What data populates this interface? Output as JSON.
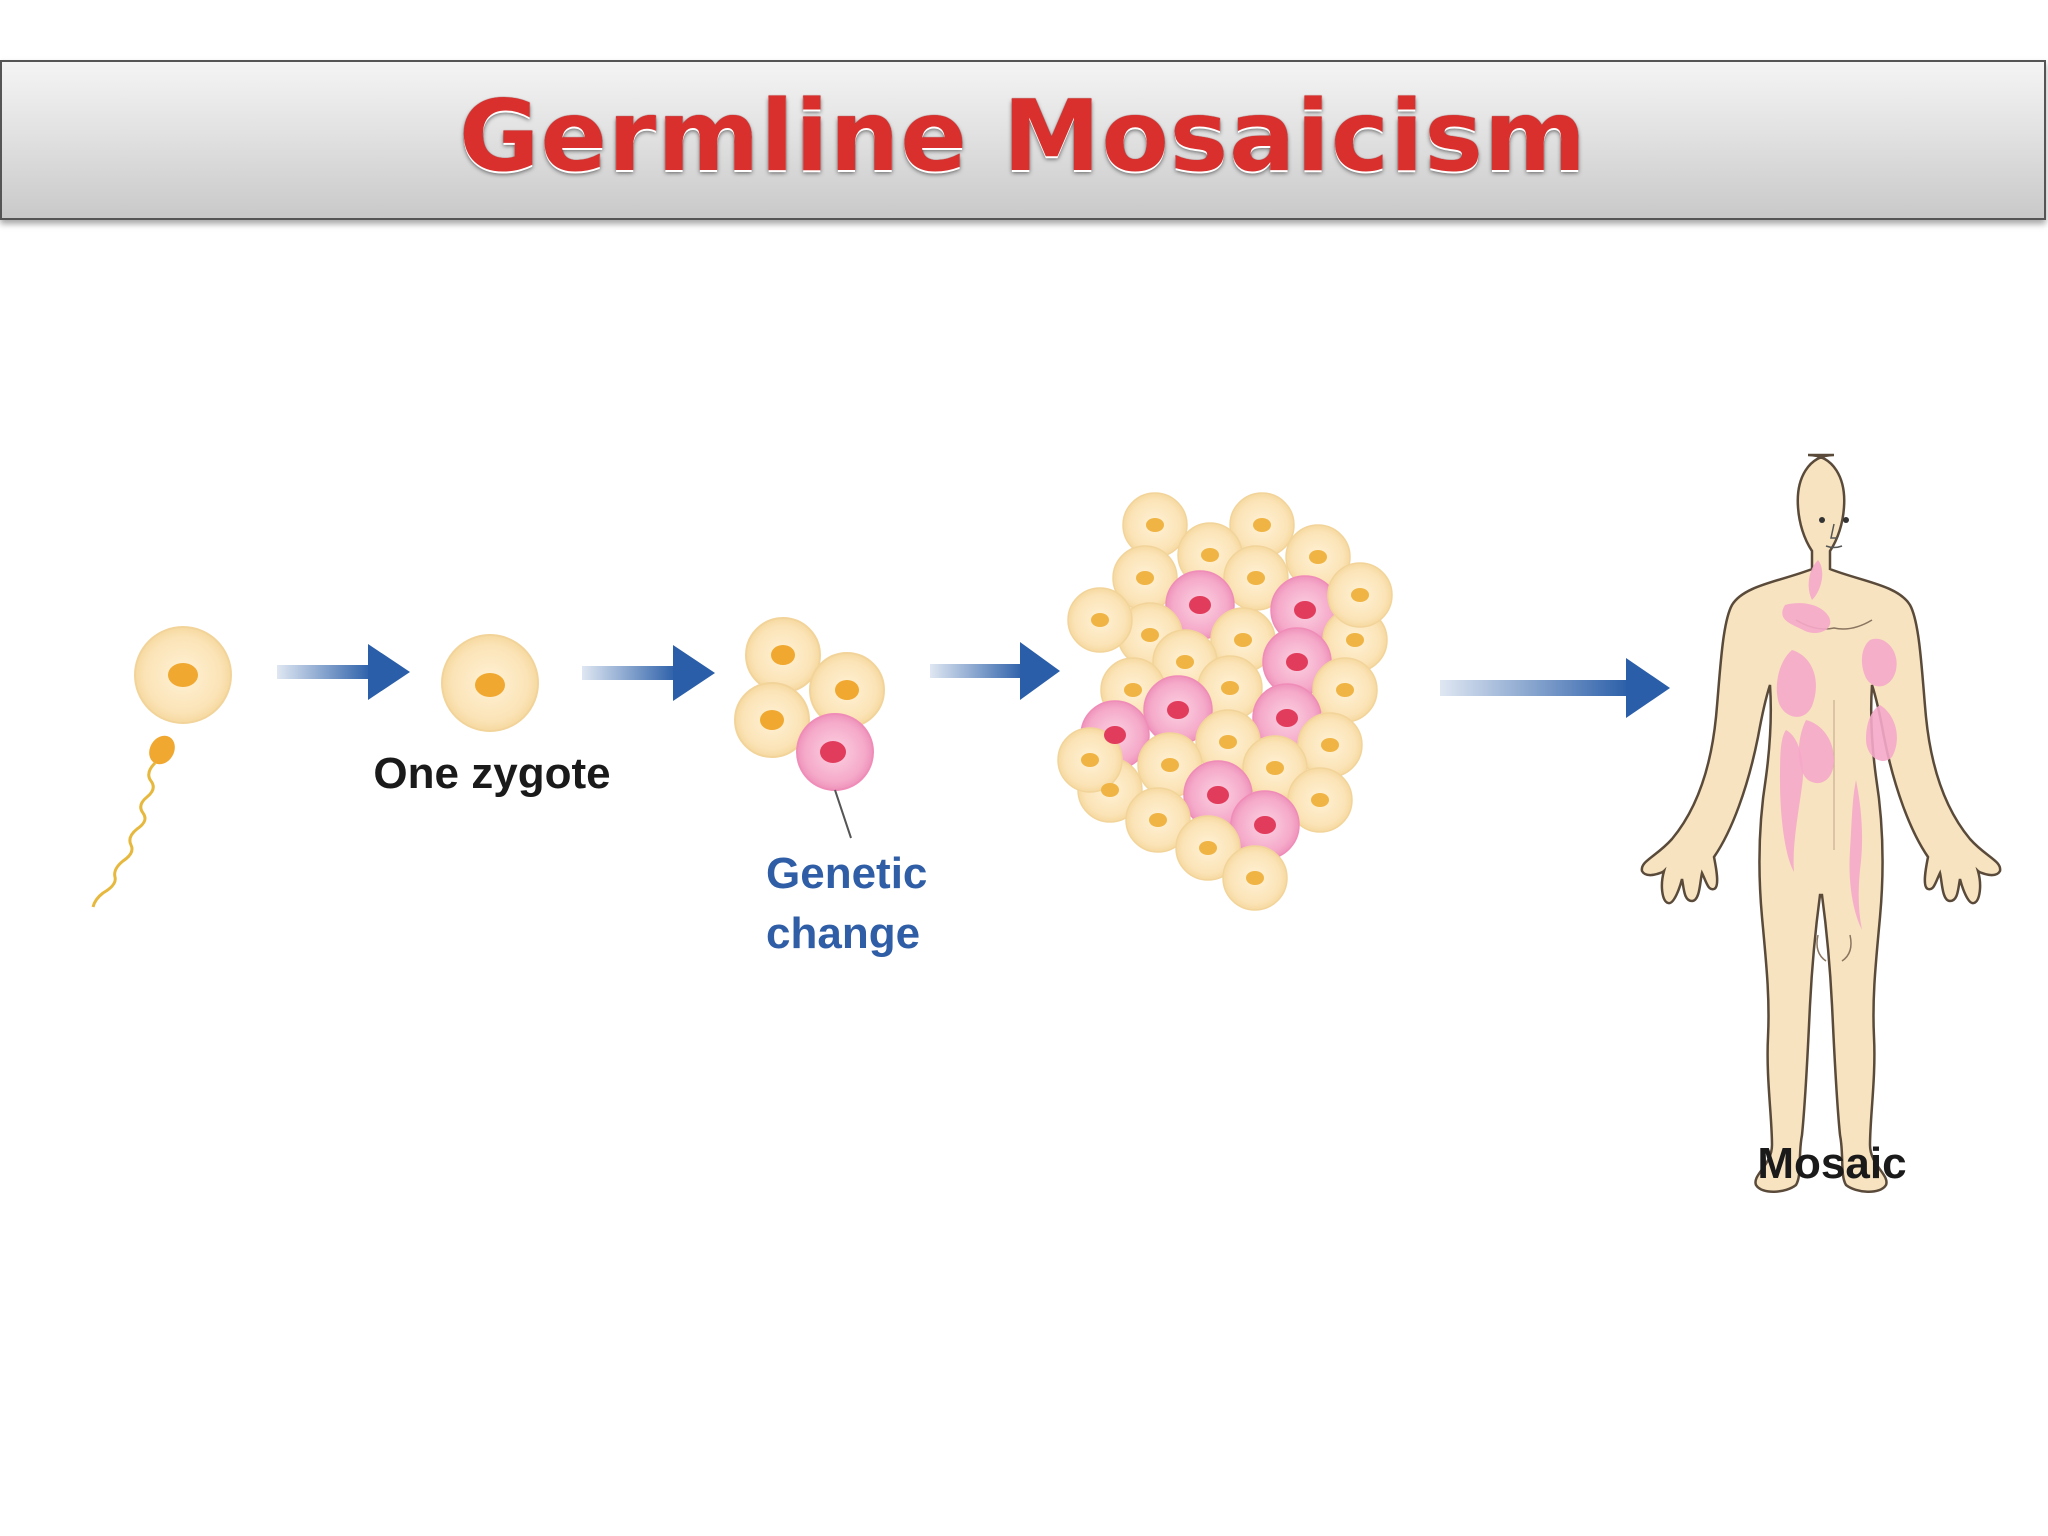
{
  "slide": {
    "title": "Germline Mosaicism"
  },
  "labels": {
    "zygote": "One zygote",
    "genetic_change_line1": "Genetic",
    "genetic_change_line2": "change",
    "mosaic": "Mosaic"
  },
  "colors": {
    "title": "#d9302e",
    "arrow": "#2a5ea8",
    "cell": "#fbe6bd",
    "nucleus": "#f0a830",
    "mutant_cell": "#f6b2cf",
    "mutant_nucleus": "#e23c5c",
    "skin": "#f7e3c0",
    "genetic_change_text": "#2f5ea6"
  },
  "icons": [
    "egg-cell-icon",
    "sperm-icon",
    "zygote-icon",
    "arrow-right-icon",
    "cell-cluster-icon",
    "embryo-icon",
    "human-figure-icon"
  ]
}
